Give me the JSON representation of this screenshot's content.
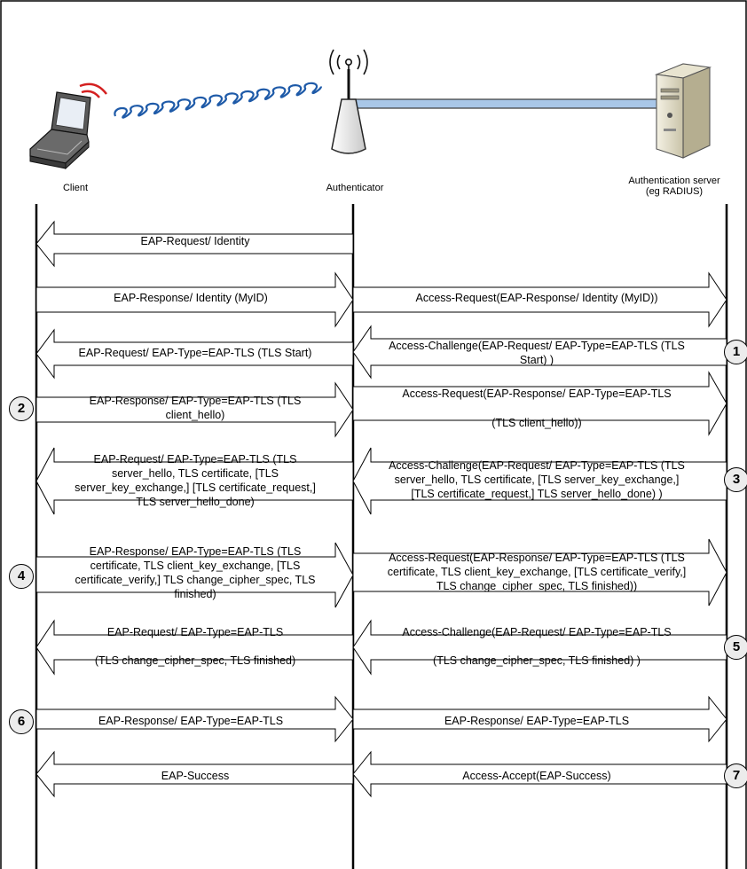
{
  "nodes": {
    "client": "Client",
    "authenticator": "Authenticator",
    "server_line1": "Authentication server",
    "server_line2": "(eg RADIUS)"
  },
  "messages": {
    "m1_left": "EAP-Request/ Identity",
    "m2_left": "EAP-Response/ Identity (MyID)",
    "m2_right": "Access-Request(EAP-Response/ Identity (MyID))",
    "m3_left": "EAP-Request/ EAP-Type=EAP-TLS (TLS Start)",
    "m3_right_1": "Access-Challenge(EAP-Request/ EAP-Type=EAP-TLS (TLS",
    "m3_right_2": "Start) )",
    "m4_left_1": "EAP-Response/ EAP-Type=EAP-TLS (TLS",
    "m4_left_2": "client_hello)",
    "m4_right_1": "Access-Request(EAP-Response/ EAP-Type=EAP-TLS",
    "m4_right_2": "(TLS client_hello))",
    "m5_left_1": "EAP-Request/ EAP-Type=EAP-TLS (TLS",
    "m5_left_2": "server_hello, TLS certificate, [TLS",
    "m5_left_3": "server_key_exchange,] [TLS certificate_request,]",
    "m5_left_4": "TLS server_hello_done)",
    "m5_right_1": "Access-Challenge(EAP-Request/ EAP-Type=EAP-TLS (TLS",
    "m5_right_2": "server_hello, TLS certificate, [TLS server_key_exchange,]",
    "m5_right_3": "[TLS certificate_request,] TLS server_hello_done) )",
    "m6_left_1": "EAP-Response/ EAP-Type=EAP-TLS (TLS",
    "m6_left_2": "certificate, TLS client_key_exchange, [TLS",
    "m6_left_3": "certificate_verify,] TLS change_cipher_spec, TLS",
    "m6_left_4": "finished)",
    "m6_right_1": "Access-Request(EAP-Response/ EAP-Type=EAP-TLS (TLS",
    "m6_right_2": "certificate, TLS client_key_exchange, [TLS certificate_verify,]",
    "m6_right_3": "TLS change_cipher_spec, TLS finished))",
    "m7_left_1": "EAP-Request/ EAP-Type=EAP-TLS",
    "m7_left_2": "(TLS change_cipher_spec, TLS finished)",
    "m7_right_1": "Access-Challenge(EAP-Request/ EAP-Type=EAP-TLS",
    "m7_right_2": "(TLS change_cipher_spec, TLS finished) )",
    "m8_left": "EAP-Response/ EAP-Type=EAP-TLS",
    "m8_right": "EAP-Response/ EAP-Type=EAP-TLS",
    "m9_left": "EAP-Success",
    "m9_right": "Access-Accept(EAP-Success)"
  },
  "steps": [
    "1",
    "2",
    "3",
    "4",
    "5",
    "6",
    "7"
  ],
  "icons": [
    "laptop-icon",
    "wireless-signal-icon",
    "access-point-icon",
    "server-icon"
  ],
  "colors": {
    "line": "#000000",
    "arrow_fill": "#ffffff",
    "signal": "#1e5aa8",
    "radio_wave": "#d42020",
    "link_bar": "#a9c7e8",
    "step_fill": "#ececec"
  }
}
